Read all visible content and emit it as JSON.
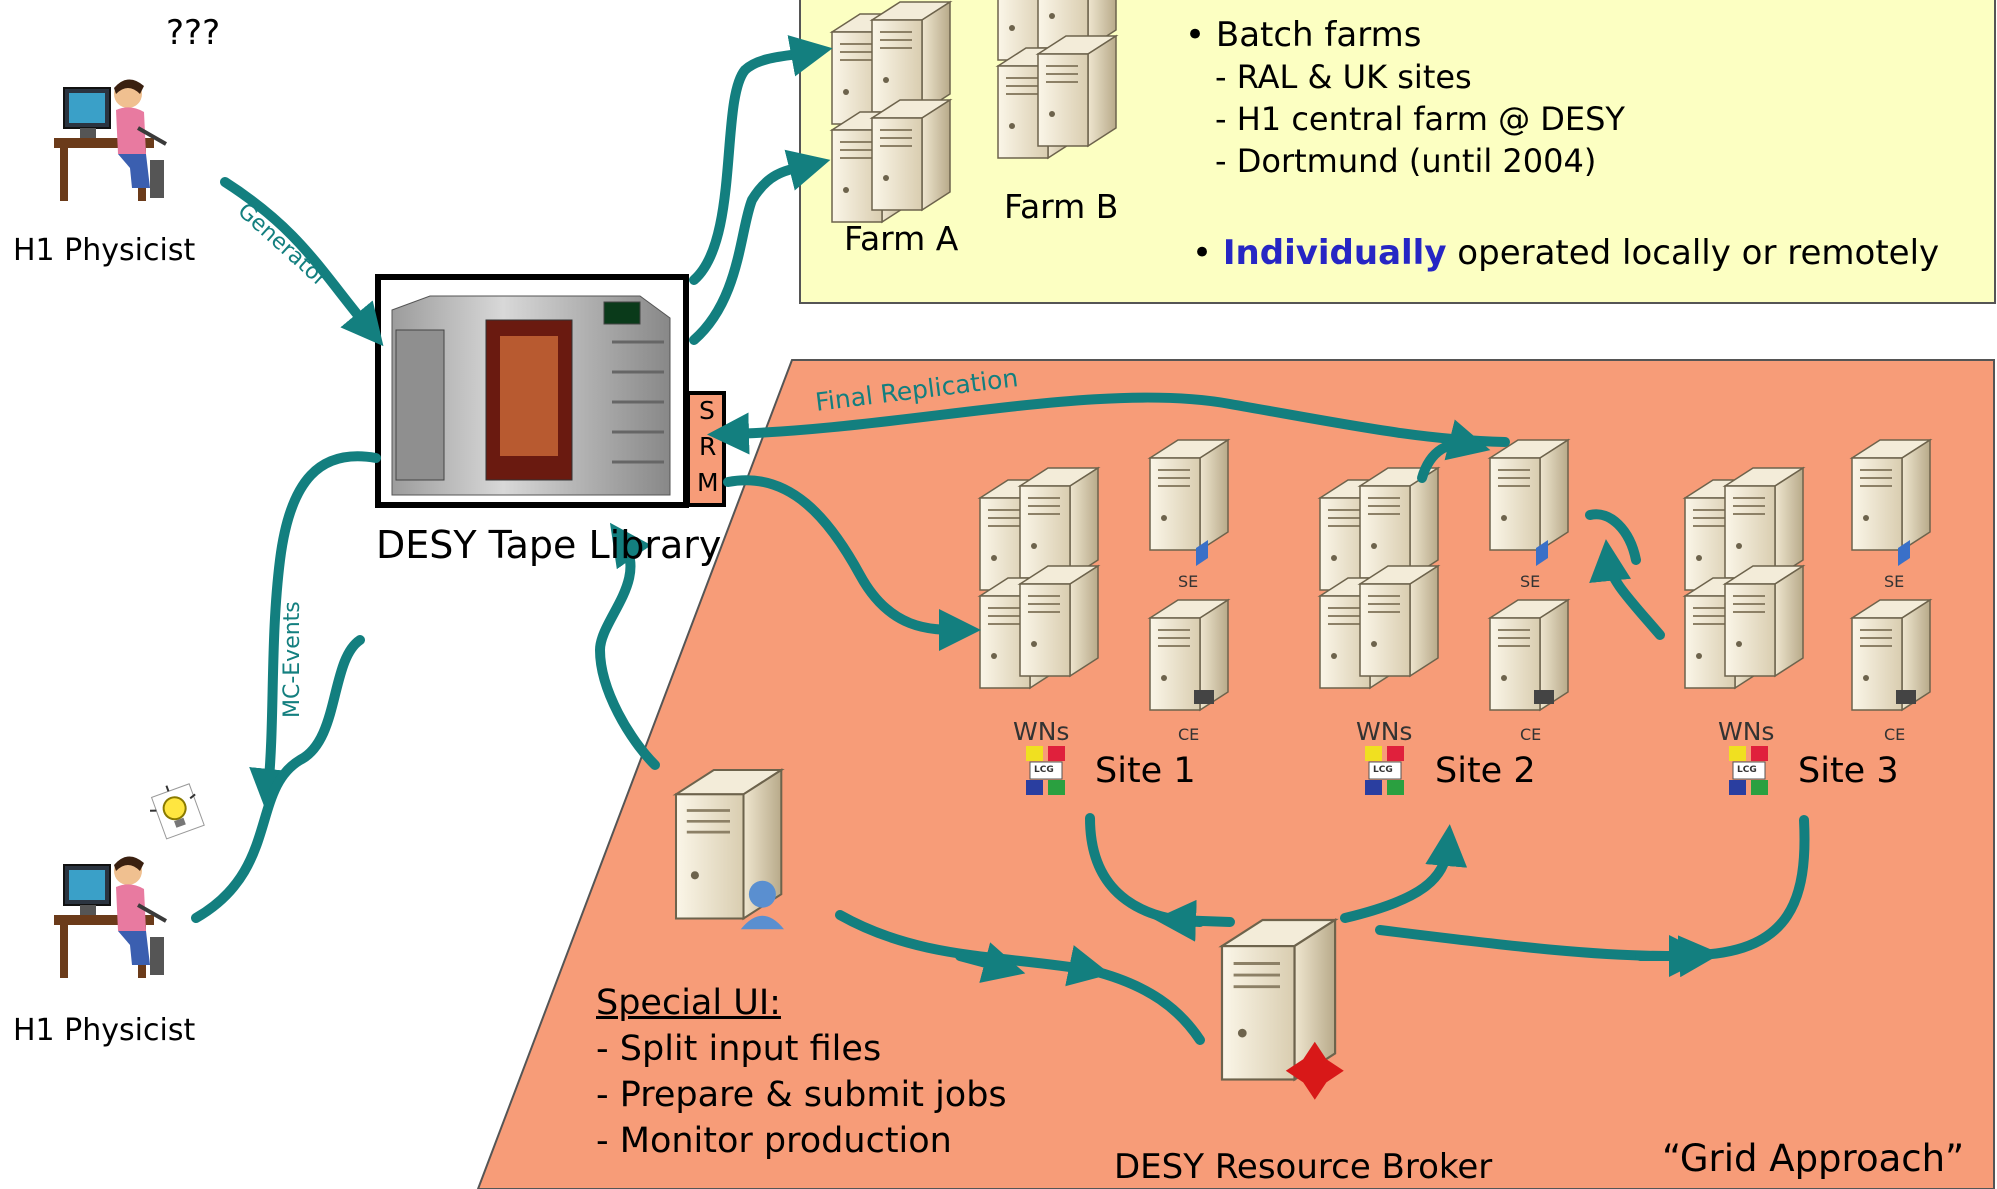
{
  "question_marks": "???",
  "physicist_top": {
    "label": "H1 Physicist"
  },
  "physicist_bottom": {
    "label": "H1 Physicist"
  },
  "arrow_generator": {
    "label": "Generator"
  },
  "arrow_mc_events": {
    "label": "MC-Events"
  },
  "tape_library": {
    "label": "DESY Tape Library",
    "srm": [
      "S",
      "R",
      "M"
    ]
  },
  "batch_box": {
    "farm_a": "Farm A",
    "farm_b": "Farm B",
    "bullet_batch": "• Batch farms",
    "sub_items": [
      "- RAL & UK sites",
      "- H1 central farm @ DESY",
      "- Dortmund (until 2004)"
    ],
    "bullet_prefix": "• ",
    "bullet_highlight": "Individually",
    "bullet_rest": " operated locally or remotely"
  },
  "grid_box": {
    "final_replication": "Final Replication",
    "wns": "WNs",
    "se": "SE",
    "ce": "CE",
    "lcg": "LCG",
    "sites": [
      "Site 1",
      "Site 2",
      "Site 3"
    ],
    "broker": "DESY Resource Broker",
    "approach": "“Grid Approach”",
    "ui_title": "Special UI:",
    "ui_items": [
      "- Split input files",
      "- Prepare & submit jobs",
      "- Monitor production"
    ]
  },
  "colors": {
    "batch_bg": "#fcffc2",
    "grid_bg": "#f79c78",
    "arrow": "#137f7f",
    "highlight": "#2626c4",
    "srm_bg": "#f79c78"
  }
}
